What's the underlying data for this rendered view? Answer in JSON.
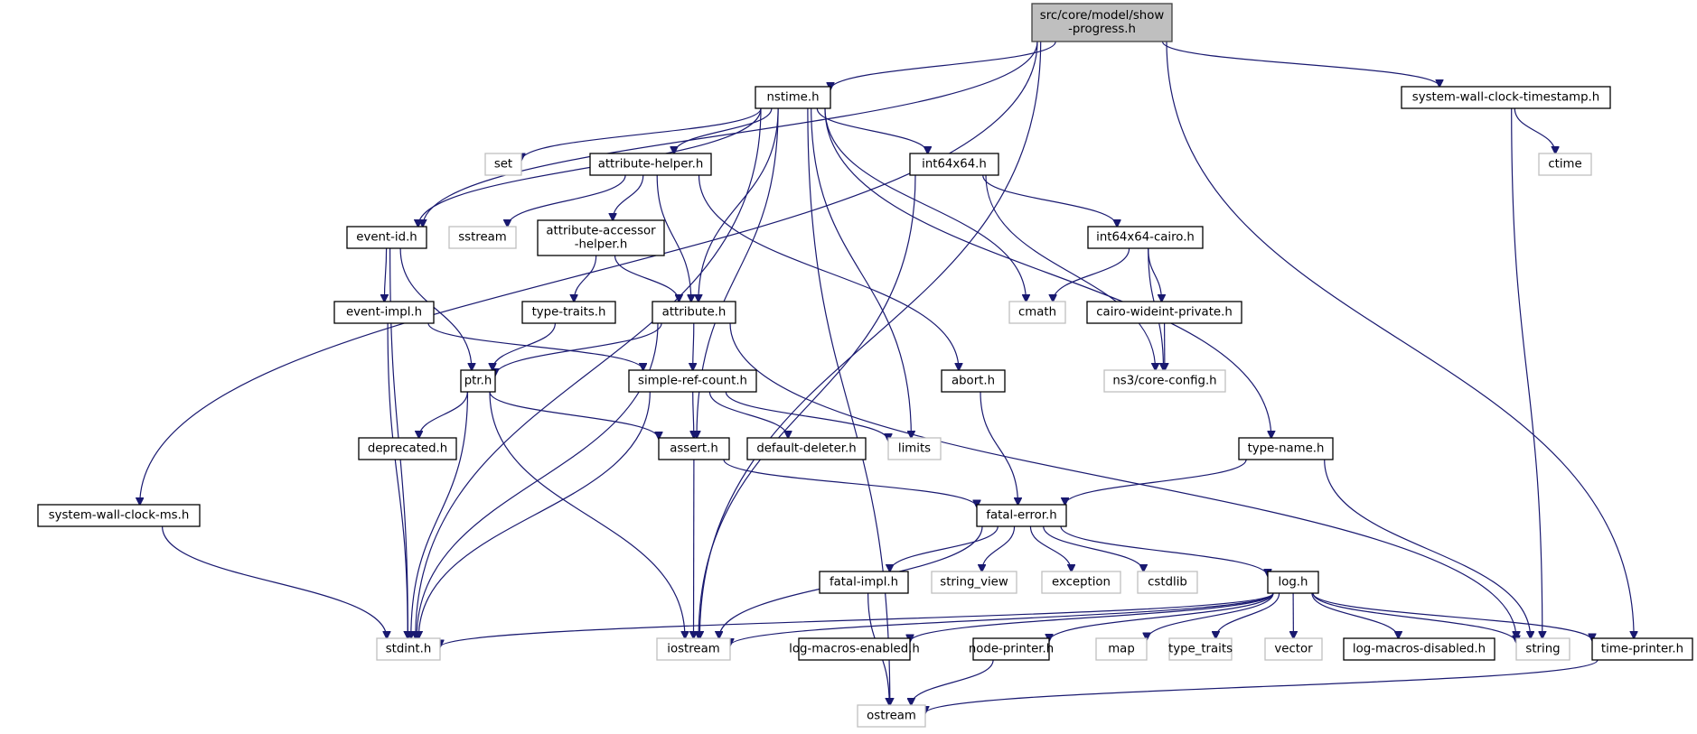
{
  "graph": {
    "title": "src/core/model/show-progress.h include dependency graph",
    "colors": {
      "edge": "#191970",
      "root_fill": "#bfbfbf",
      "root_stroke": "#404040",
      "project_stroke": "#000000",
      "external_stroke": "#bfbfbf",
      "fill": "#ffffff"
    },
    "nodes": [
      {
        "id": "root",
        "lines": [
          "src/core/model/show",
          "-progress.h"
        ],
        "kind": "root"
      },
      {
        "id": "nstime",
        "lines": [
          "nstime.h"
        ],
        "kind": "project"
      },
      {
        "id": "swct",
        "lines": [
          "system-wall-clock-timestamp.h"
        ],
        "kind": "project"
      },
      {
        "id": "ctime",
        "lines": [
          "ctime"
        ],
        "kind": "external"
      },
      {
        "id": "set",
        "lines": [
          "set"
        ],
        "kind": "external"
      },
      {
        "id": "attrhelper",
        "lines": [
          "attribute-helper.h"
        ],
        "kind": "project"
      },
      {
        "id": "int64",
        "lines": [
          "int64x64.h"
        ],
        "kind": "project"
      },
      {
        "id": "eventid",
        "lines": [
          "event-id.h"
        ],
        "kind": "project"
      },
      {
        "id": "sstream",
        "lines": [
          "sstream"
        ],
        "kind": "external"
      },
      {
        "id": "aah",
        "lines": [
          "attribute-accessor",
          "-helper.h"
        ],
        "kind": "project"
      },
      {
        "id": "int64cairo",
        "lines": [
          "int64x64-cairo.h"
        ],
        "kind": "project"
      },
      {
        "id": "eventimpl",
        "lines": [
          "event-impl.h"
        ],
        "kind": "project"
      },
      {
        "id": "typetraitsh",
        "lines": [
          "type-traits.h"
        ],
        "kind": "project"
      },
      {
        "id": "attribute",
        "lines": [
          "attribute.h"
        ],
        "kind": "project"
      },
      {
        "id": "cmath",
        "lines": [
          "cmath"
        ],
        "kind": "external"
      },
      {
        "id": "cwp",
        "lines": [
          "cairo-wideint-private.h"
        ],
        "kind": "project"
      },
      {
        "id": "ptr",
        "lines": [
          "ptr.h"
        ],
        "kind": "project"
      },
      {
        "id": "src",
        "lines": [
          "simple-ref-count.h"
        ],
        "kind": "project"
      },
      {
        "id": "abort",
        "lines": [
          "abort.h"
        ],
        "kind": "project"
      },
      {
        "id": "coreconfig",
        "lines": [
          "ns3/core-config.h"
        ],
        "kind": "external"
      },
      {
        "id": "deprecated",
        "lines": [
          "deprecated.h"
        ],
        "kind": "project"
      },
      {
        "id": "assert",
        "lines": [
          "assert.h"
        ],
        "kind": "project"
      },
      {
        "id": "defdel",
        "lines": [
          "default-deleter.h"
        ],
        "kind": "project"
      },
      {
        "id": "limits",
        "lines": [
          "limits"
        ],
        "kind": "external"
      },
      {
        "id": "typename",
        "lines": [
          "type-name.h"
        ],
        "kind": "project"
      },
      {
        "id": "swcms",
        "lines": [
          "system-wall-clock-ms.h"
        ],
        "kind": "project"
      },
      {
        "id": "fatalerror",
        "lines": [
          "fatal-error.h"
        ],
        "kind": "project"
      },
      {
        "id": "fatalimpl",
        "lines": [
          "fatal-impl.h"
        ],
        "kind": "project"
      },
      {
        "id": "stringview",
        "lines": [
          "string_view"
        ],
        "kind": "external"
      },
      {
        "id": "exception",
        "lines": [
          "exception"
        ],
        "kind": "external"
      },
      {
        "id": "cstdlib",
        "lines": [
          "cstdlib"
        ],
        "kind": "external"
      },
      {
        "id": "log",
        "lines": [
          "log.h"
        ],
        "kind": "project"
      },
      {
        "id": "stdint",
        "lines": [
          "stdint.h"
        ],
        "kind": "external"
      },
      {
        "id": "iostream",
        "lines": [
          "iostream"
        ],
        "kind": "external"
      },
      {
        "id": "lme",
        "lines": [
          "log-macros-enabled.h"
        ],
        "kind": "project"
      },
      {
        "id": "nodeprinter",
        "lines": [
          "node-printer.h"
        ],
        "kind": "project"
      },
      {
        "id": "map",
        "lines": [
          "map"
        ],
        "kind": "external"
      },
      {
        "id": "type_traits",
        "lines": [
          "type_traits"
        ],
        "kind": "external"
      },
      {
        "id": "vector",
        "lines": [
          "vector"
        ],
        "kind": "external"
      },
      {
        "id": "lmd",
        "lines": [
          "log-macros-disabled.h"
        ],
        "kind": "project"
      },
      {
        "id": "string",
        "lines": [
          "string"
        ],
        "kind": "external"
      },
      {
        "id": "timeprinter",
        "lines": [
          "time-printer.h"
        ],
        "kind": "project"
      },
      {
        "id": "ostream",
        "lines": [
          "ostream"
        ],
        "kind": "external"
      }
    ],
    "edges": [
      [
        "root",
        "nstime"
      ],
      [
        "root",
        "swct"
      ],
      [
        "root",
        "eventid"
      ],
      [
        "root",
        "swcms"
      ],
      [
        "root",
        "timeprinter"
      ],
      [
        "root",
        "iostream"
      ],
      [
        "swct",
        "ctime"
      ],
      [
        "swct",
        "string"
      ],
      [
        "nstime",
        "set"
      ],
      [
        "nstime",
        "attrhelper"
      ],
      [
        "nstime",
        "int64"
      ],
      [
        "nstime",
        "eventid"
      ],
      [
        "nstime",
        "attribute"
      ],
      [
        "nstime",
        "cmath"
      ],
      [
        "nstime",
        "limits"
      ],
      [
        "nstime",
        "assert"
      ],
      [
        "nstime",
        "typename"
      ],
      [
        "nstime",
        "stdint"
      ],
      [
        "nstime",
        "ostream"
      ],
      [
        "attrhelper",
        "sstream"
      ],
      [
        "attrhelper",
        "aah"
      ],
      [
        "attrhelper",
        "attribute"
      ],
      [
        "attrhelper",
        "abort"
      ],
      [
        "int64",
        "int64cairo"
      ],
      [
        "int64",
        "coreconfig"
      ],
      [
        "int64",
        "iostream"
      ],
      [
        "int64cairo",
        "cmath"
      ],
      [
        "int64cairo",
        "cwp"
      ],
      [
        "int64cairo",
        "coreconfig"
      ],
      [
        "cwp",
        "coreconfig"
      ],
      [
        "eventid",
        "eventimpl"
      ],
      [
        "eventid",
        "ptr"
      ],
      [
        "eventid",
        "stdint"
      ],
      [
        "aah",
        "typetraitsh"
      ],
      [
        "aah",
        "attribute"
      ],
      [
        "eventimpl",
        "src"
      ],
      [
        "eventimpl",
        "stdint"
      ],
      [
        "typetraitsh",
        "ptr"
      ],
      [
        "attribute",
        "ptr"
      ],
      [
        "attribute",
        "src"
      ],
      [
        "attribute",
        "stdint"
      ],
      [
        "attribute",
        "string"
      ],
      [
        "ptr",
        "deprecated"
      ],
      [
        "ptr",
        "assert"
      ],
      [
        "ptr",
        "stdint"
      ],
      [
        "ptr",
        "iostream"
      ],
      [
        "src",
        "assert"
      ],
      [
        "src",
        "defdel"
      ],
      [
        "src",
        "limits"
      ],
      [
        "src",
        "stdint"
      ],
      [
        "abort",
        "fatalerror"
      ],
      [
        "assert",
        "fatalerror"
      ],
      [
        "assert",
        "iostream"
      ],
      [
        "typename",
        "fatalerror"
      ],
      [
        "typename",
        "string"
      ],
      [
        "swcms",
        "stdint"
      ],
      [
        "fatalerror",
        "fatalimpl"
      ],
      [
        "fatalerror",
        "stringview"
      ],
      [
        "fatalerror",
        "exception"
      ],
      [
        "fatalerror",
        "cstdlib"
      ],
      [
        "fatalerror",
        "log"
      ],
      [
        "fatalerror",
        "iostream"
      ],
      [
        "fatalimpl",
        "ostream"
      ],
      [
        "log",
        "stdint"
      ],
      [
        "log",
        "iostream"
      ],
      [
        "log",
        "lme"
      ],
      [
        "log",
        "nodeprinter"
      ],
      [
        "log",
        "map"
      ],
      [
        "log",
        "type_traits"
      ],
      [
        "log",
        "vector"
      ],
      [
        "log",
        "lmd"
      ],
      [
        "log",
        "string"
      ],
      [
        "log",
        "timeprinter"
      ],
      [
        "nodeprinter",
        "ostream"
      ],
      [
        "timeprinter",
        "ostream"
      ]
    ]
  }
}
